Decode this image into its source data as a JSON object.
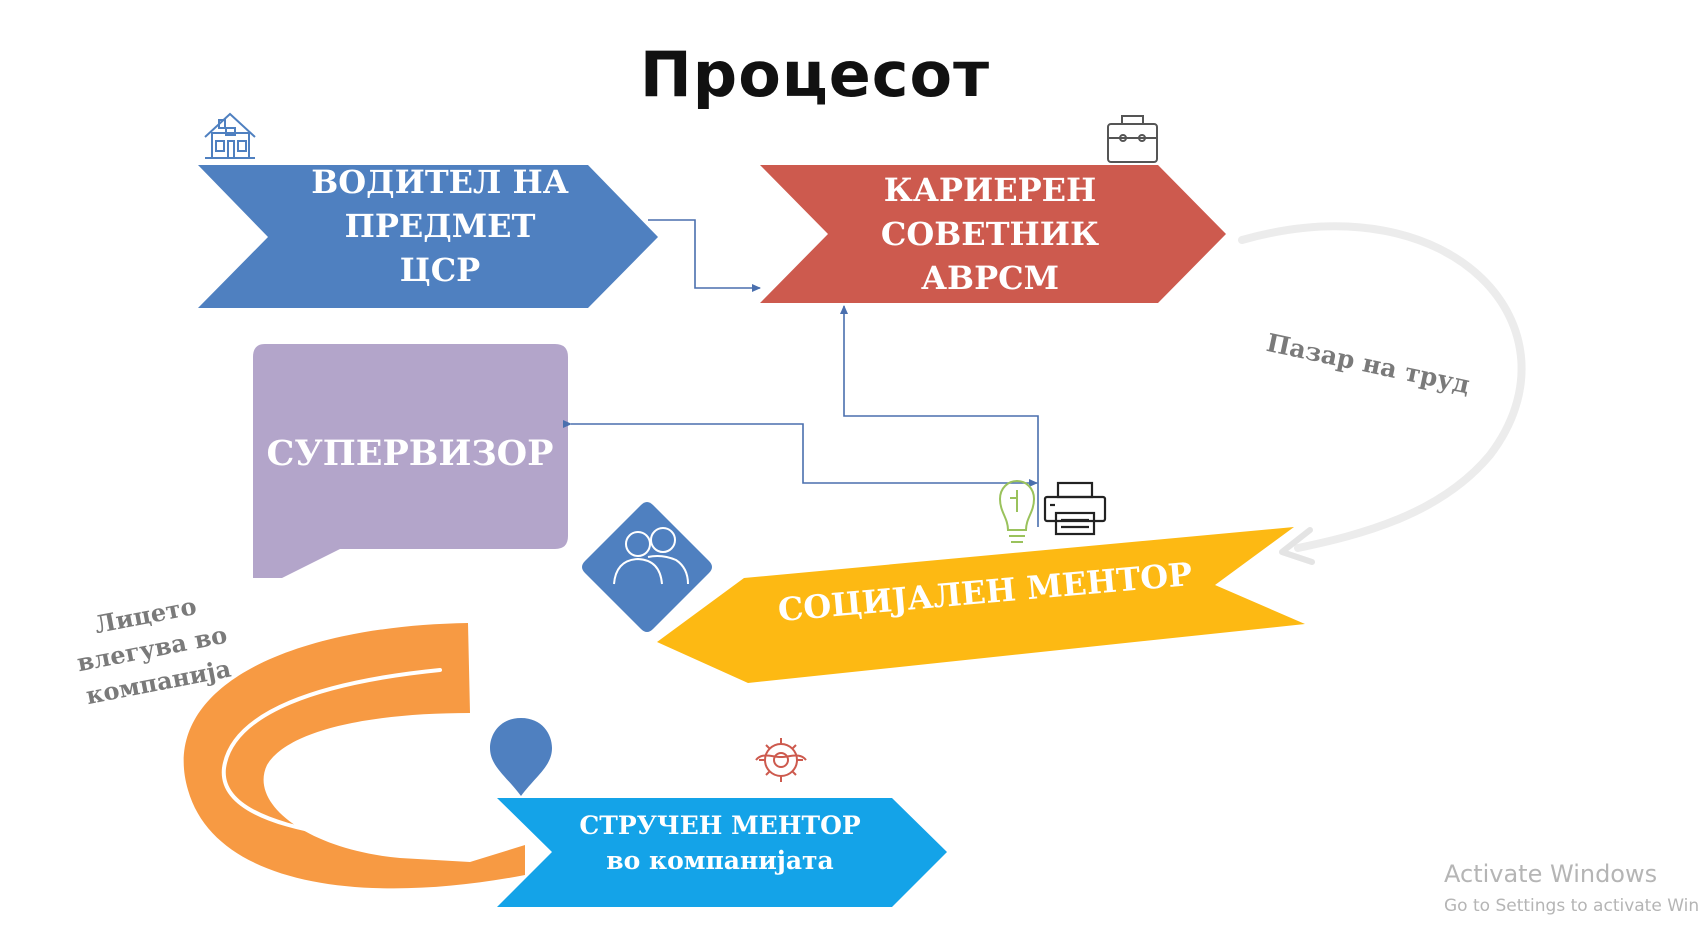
{
  "title": "Процесот",
  "nodes": {
    "voditel": [
      "ВОДИТЕЛ НА",
      "ПРЕДМЕТ",
      "ЦСР"
    ],
    "karieren": [
      "КАРИЕРЕН",
      "СОВЕТНИК",
      "АВРСМ"
    ],
    "supervizor": "СУПЕРВИЗОР",
    "socijalen": "СОЦИЈАЛЕН МЕНТОР",
    "strucen": [
      "СТРУЧЕН МЕНТОР",
      "во компанијата"
    ]
  },
  "labels": {
    "pazar": "Пазар на труд",
    "liceto": [
      "Лицето",
      "влегува во",
      "компанија"
    ]
  },
  "icons": [
    "house-icon",
    "briefcase-icon",
    "people-icon",
    "lightbulb-puzzle-icon",
    "printer-icon",
    "map-pin-icon",
    "gear-icon"
  ],
  "colors": {
    "voditel": "#4f80c0",
    "karieren": "#cd5a4e",
    "supervizor": "#b3a5ca",
    "socijalen": "#fdb913",
    "strucen": "#14a3e8",
    "curve": "#f79a43",
    "connector": "#4a6fae"
  },
  "watermark": {
    "title": "Activate Windows",
    "subtitle": "Go to Settings to activate Windo"
  }
}
